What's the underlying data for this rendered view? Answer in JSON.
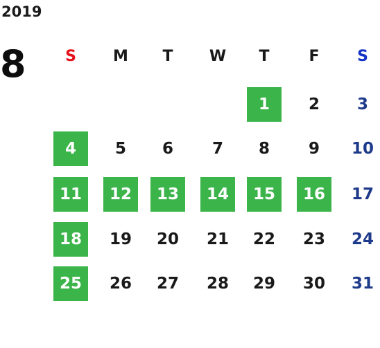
{
  "calendar": {
    "year": "2019",
    "month": "8",
    "weekdays": [
      "S",
      "M",
      "T",
      "W",
      "T",
      "F",
      "S"
    ],
    "weeks": [
      [
        "",
        "",
        "",
        "",
        "1",
        "2",
        "3"
      ],
      [
        "4",
        "5",
        "6",
        "7",
        "8",
        "9",
        "10"
      ],
      [
        "11",
        "12",
        "13",
        "14",
        "15",
        "16",
        "17"
      ],
      [
        "18",
        "19",
        "20",
        "21",
        "22",
        "23",
        "24"
      ],
      [
        "25",
        "26",
        "27",
        "28",
        "29",
        "30",
        "31"
      ]
    ],
    "highlighted_days": [
      "1",
      "4",
      "11",
      "12",
      "13",
      "14",
      "15",
      "16",
      "18",
      "25"
    ],
    "colors": {
      "highlight": "#3bb44a",
      "sunday_header": "#e8101c",
      "saturday_header": "#1432c8",
      "saturday_dates": "#1e3a8a"
    }
  }
}
